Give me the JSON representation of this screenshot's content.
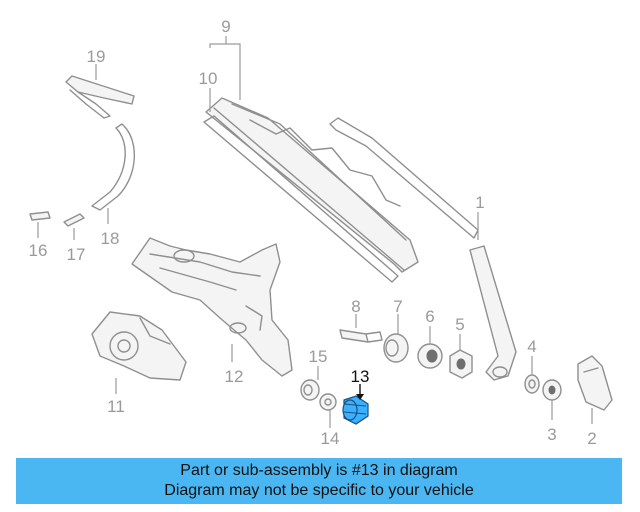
{
  "callouts": [
    {
      "id": "1",
      "label": "1"
    },
    {
      "id": "2",
      "label": "2"
    },
    {
      "id": "3",
      "label": "3"
    },
    {
      "id": "4",
      "label": "4"
    },
    {
      "id": "5",
      "label": "5"
    },
    {
      "id": "6",
      "label": "6"
    },
    {
      "id": "7",
      "label": "7"
    },
    {
      "id": "8",
      "label": "8"
    },
    {
      "id": "9",
      "label": "9"
    },
    {
      "id": "10",
      "label": "10"
    },
    {
      "id": "11",
      "label": "11"
    },
    {
      "id": "12",
      "label": "12"
    },
    {
      "id": "13",
      "label": "13"
    },
    {
      "id": "14",
      "label": "14"
    },
    {
      "id": "15",
      "label": "15"
    },
    {
      "id": "16",
      "label": "16"
    },
    {
      "id": "17",
      "label": "17"
    },
    {
      "id": "18",
      "label": "18"
    },
    {
      "id": "19",
      "label": "19"
    }
  ],
  "highlighted_part": "13",
  "colors": {
    "banner": "#4ab6f2",
    "highlight": "#3ab0ff",
    "line": "#8f8f8f"
  },
  "banner": {
    "line1": "Part or sub-assembly is #13 in diagram",
    "line2": "Diagram may not be specific to your vehicle"
  }
}
